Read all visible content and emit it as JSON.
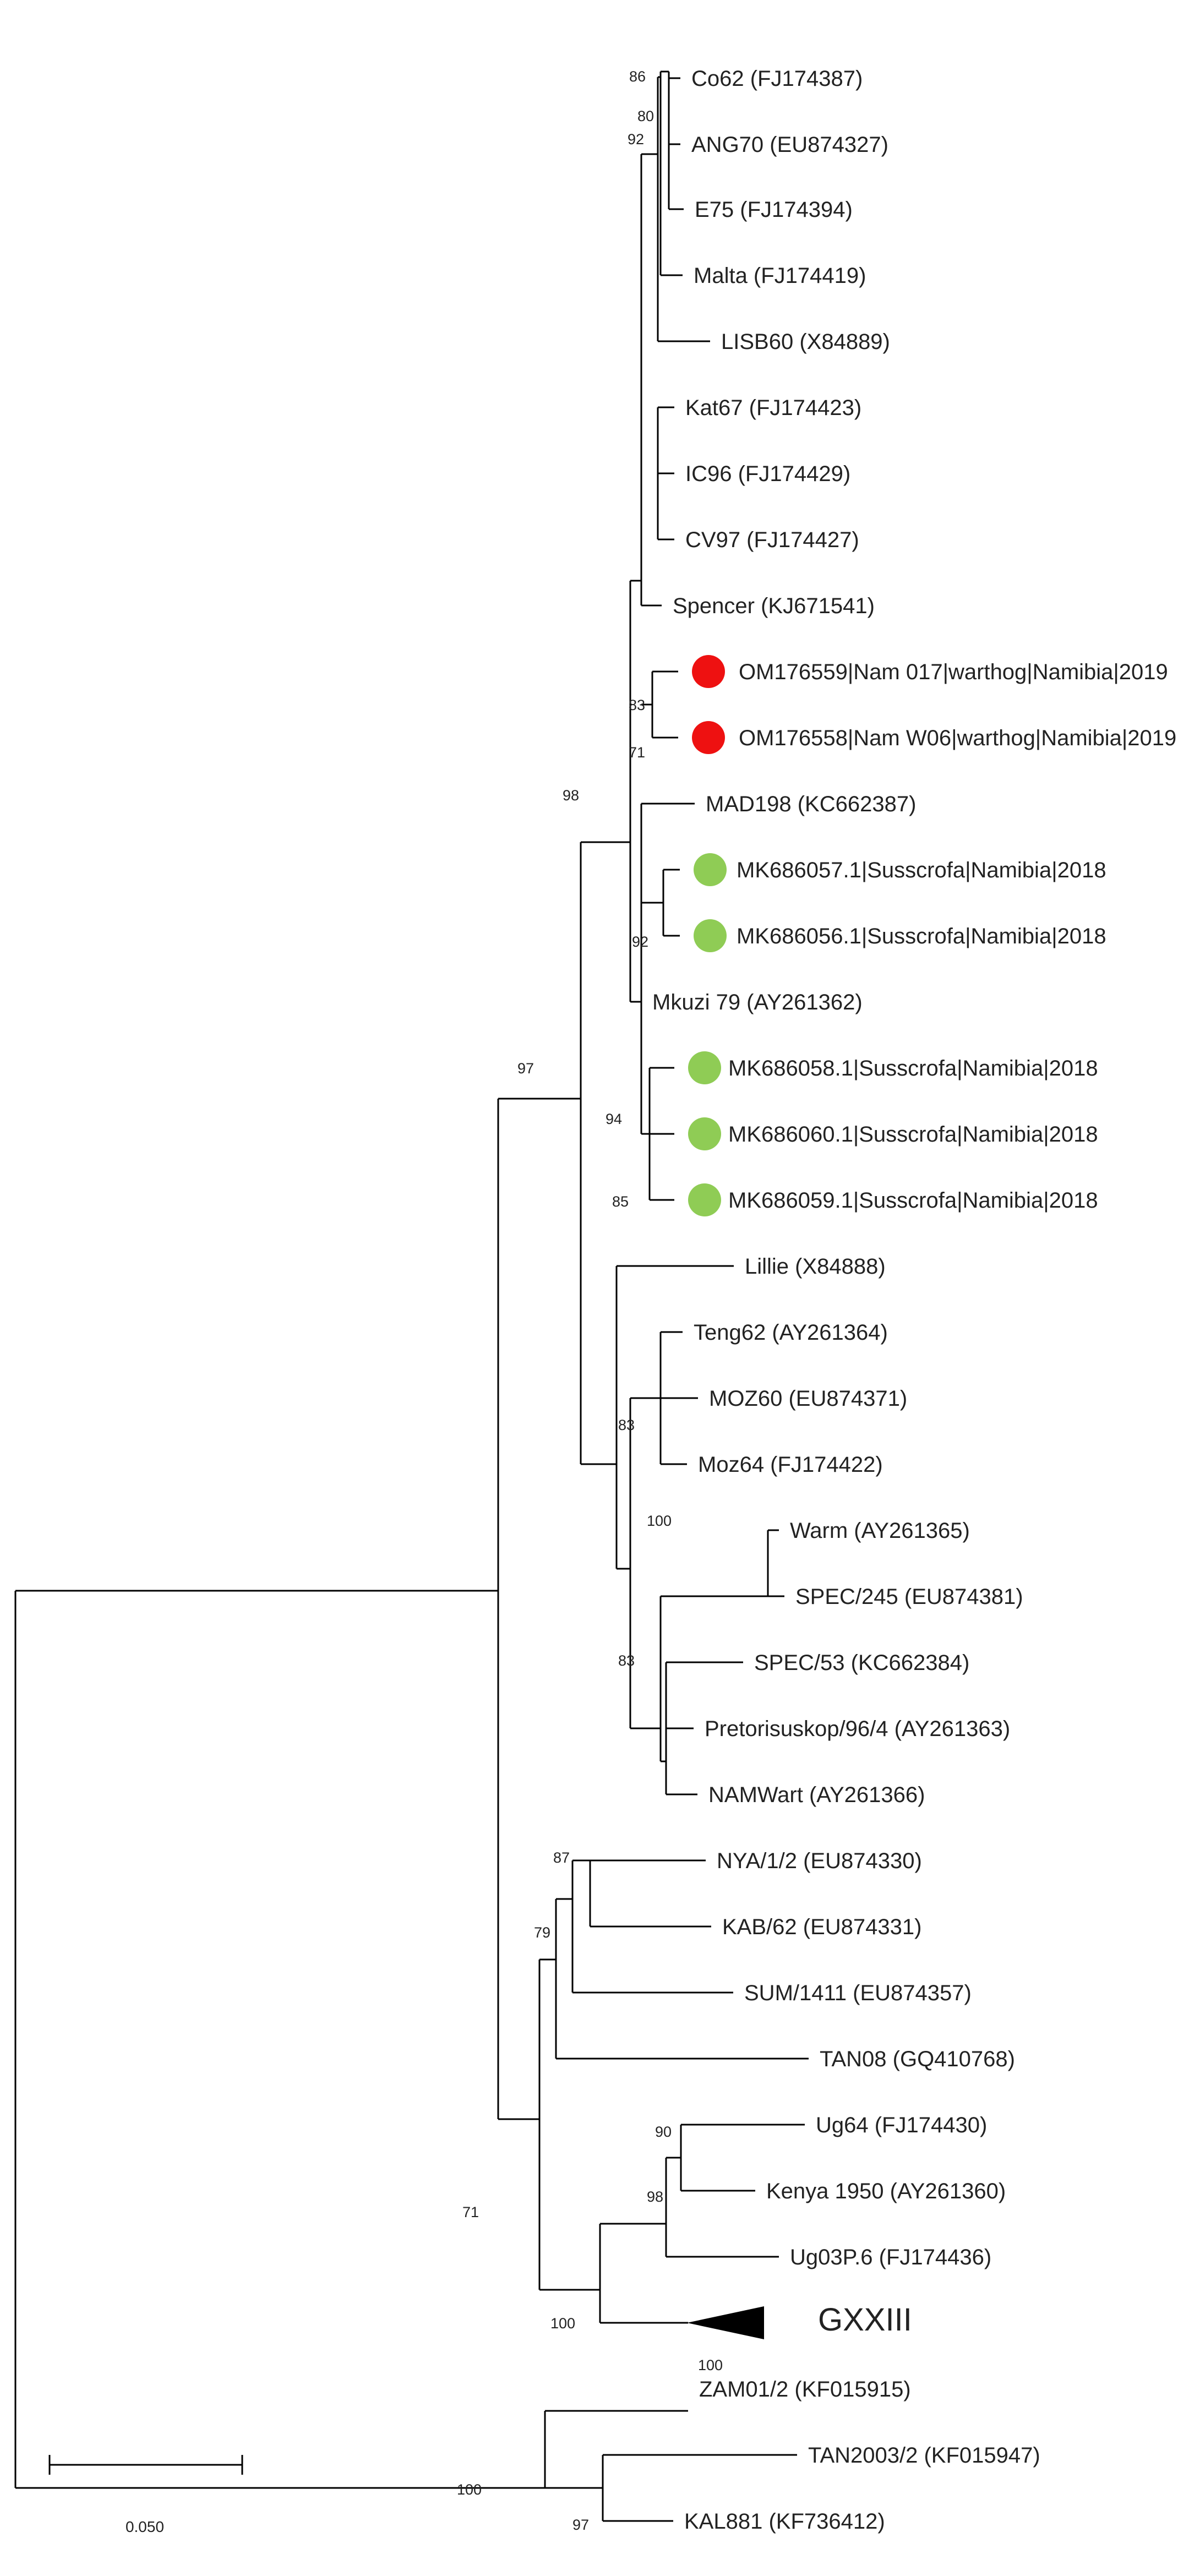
{
  "colors": {
    "warthog_marker": "#ee1111",
    "susscrofa_marker": "#8fcc55",
    "branch": "#000000"
  },
  "taxa": [
    "Co62 (FJ174387)",
    "ANG70 (EU874327)",
    "E75 (FJ174394)",
    "Malta (FJ174419)",
    "LISB60 (X84889)",
    "Kat67 (FJ174423)",
    "IC96 (FJ174429)",
    "CV97 (FJ174427)",
    "Spencer (KJ671541)",
    "OM176559|Nam 017|warthog|Namibia|2019",
    "OM176558|Nam W06|warthog|Namibia|2019",
    "MAD198 (KC662387)",
    "MK686057.1|Susscrofa|Namibia|2018",
    "MK686056.1|Susscrofa|Namibia|2018",
    "Mkuzi 79 (AY261362)",
    "MK686058.1|Susscrofa|Namibia|2018",
    "MK686060.1|Susscrofa|Namibia|2018",
    "MK686059.1|Susscrofa|Namibia|2018",
    "Lillie (X84888)",
    "Teng62 (AY261364)",
    "MOZ60 (EU874371)",
    "Moz64 (FJ174422)",
    "Warm (AY261365)",
    "SPEC/245 (EU874381)",
    "SPEC/53 (KC662384)",
    "Pretorisuskop/96/4 (AY261363)",
    "NAMWart (AY261366)",
    "NYA/1/2 (EU874330)",
    "KAB/62 (EU874331)",
    "SUM/1411 (EU874357)",
    "TAN08 (GQ410768)",
    "Ug64 (FJ174430)",
    "Kenya 1950 (AY261360)",
    "Ug03P.6 (FJ174436)",
    "GXXIII",
    "ZAM01/2 (KF015915)",
    "TAN2003/2 (KF015947)",
    "KAL881 (KF736412)"
  ],
  "bootstrap_values": [
    "86",
    "80",
    "92",
    "83",
    "71",
    "98",
    "92",
    "97",
    "94",
    "85",
    "83",
    "100",
    "83",
    "87",
    "79",
    "90",
    "98",
    "71",
    "100",
    "100",
    "100",
    "97"
  ],
  "scale_bar": {
    "label": "0.050"
  }
}
